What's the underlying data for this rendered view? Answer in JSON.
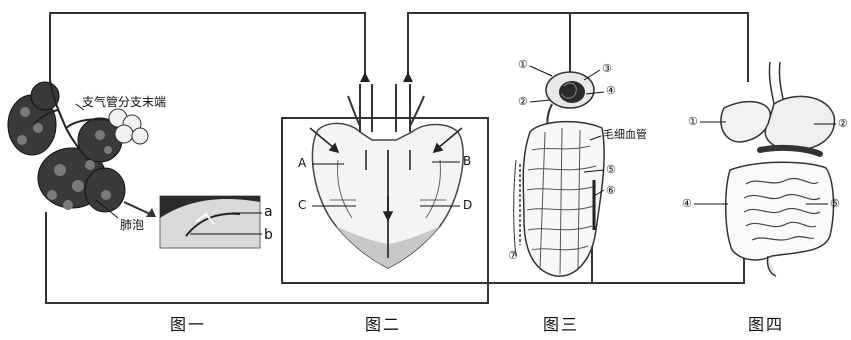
{
  "figure1": {
    "caption": "图一",
    "label_bronchi": "支气管分支末端",
    "label_alveoli": "肺泡",
    "label_a": "a",
    "label_b": "b"
  },
  "figure2": {
    "caption": "图二",
    "label_A": "A",
    "label_B": "B",
    "label_C": "C",
    "label_D": "D"
  },
  "figure3": {
    "caption": "图三",
    "label_capillaries": "毛细血管",
    "markers": [
      "①",
      "②",
      "③",
      "④",
      "⑤",
      "⑥",
      "⑦"
    ]
  },
  "figure4": {
    "caption": "图四",
    "markers": [
      "①",
      "②",
      "④",
      "⑤"
    ]
  }
}
